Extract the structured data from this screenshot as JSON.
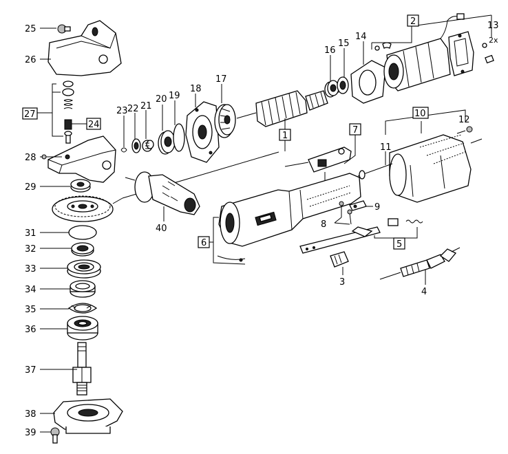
{
  "labels": {
    "n1": "1",
    "n2": "2",
    "n3": "3",
    "n4": "4",
    "n5": "5",
    "n6": "6",
    "n7": "7",
    "n8": "8",
    "n9": "9",
    "n10": "10",
    "n11": "11",
    "n12": "12",
    "n13": "13",
    "n13q": "2x",
    "n14": "14",
    "n15": "15",
    "n16": "16",
    "n17": "17",
    "n18": "18",
    "n19": "19",
    "n20": "20",
    "n21": "21",
    "n22": "22",
    "n23": "23",
    "n24": "24",
    "n25": "25",
    "n26": "26",
    "n27": "27",
    "n28": "28",
    "n29": "29",
    "n31": "31",
    "n32": "32",
    "n33": "33",
    "n34": "34",
    "n35": "35",
    "n36": "36",
    "n37": "37",
    "n38": "38",
    "n39": "39",
    "n40": "40"
  }
}
